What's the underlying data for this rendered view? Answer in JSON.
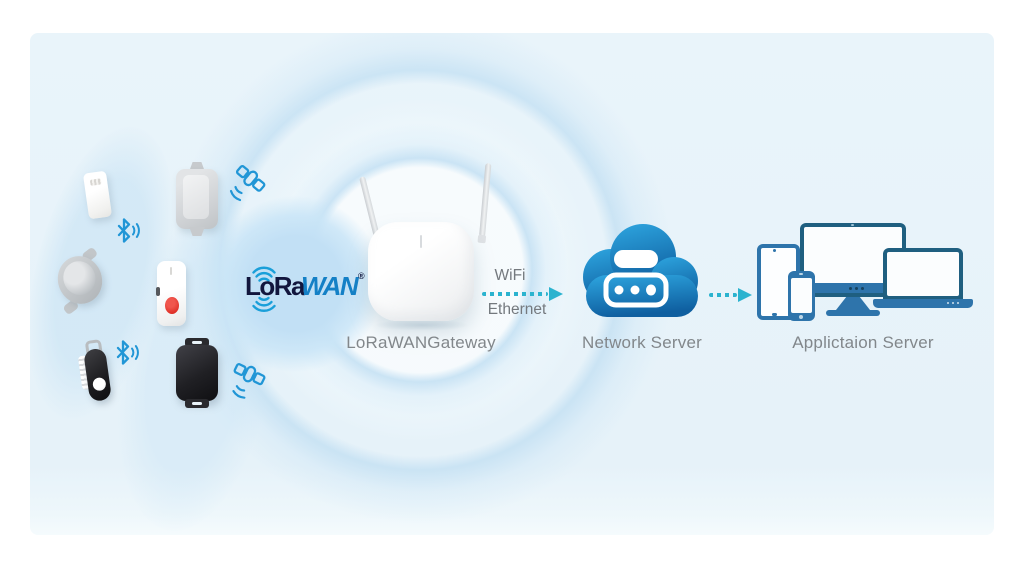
{
  "colors": {
    "canvas_bg": "#e8f3fa",
    "accent_teal_arrow": "#2bb3cf",
    "icon_blue": "#2196d6",
    "cloud_top": "#2ea6e0",
    "cloud_bottom": "#0f5fa0",
    "device_blue": "#2e74ab",
    "device_dark_blue": "#1f5f80",
    "label_gray": "#82878b",
    "logo_navy": "#12163d",
    "logo_blue": "#1480c6",
    "sos_button_red": "#df2f26"
  },
  "logo": {
    "lora": "LoRa",
    "wan": "WAN",
    "registered": "®"
  },
  "labels": {
    "gateway": "LoRaWANGateway",
    "network_server": "Network Server",
    "application_server": "Applictaion Server",
    "wifi": "WiFi",
    "ethernet": "Ethernet"
  },
  "icons": {
    "left_cluster": [
      "door-sensor",
      "bluetooth",
      "outdoor-sensor",
      "satellite",
      "puck-beacon",
      "sos-button-device",
      "keyfob-tracker",
      "bluetooth",
      "asset-tracker",
      "satellite"
    ],
    "flow": [
      "lorawan-logo",
      "lorawan-gateway",
      "dotted-arrow",
      "network-server-cloud",
      "dotted-arrow",
      "application-server-devices"
    ]
  }
}
